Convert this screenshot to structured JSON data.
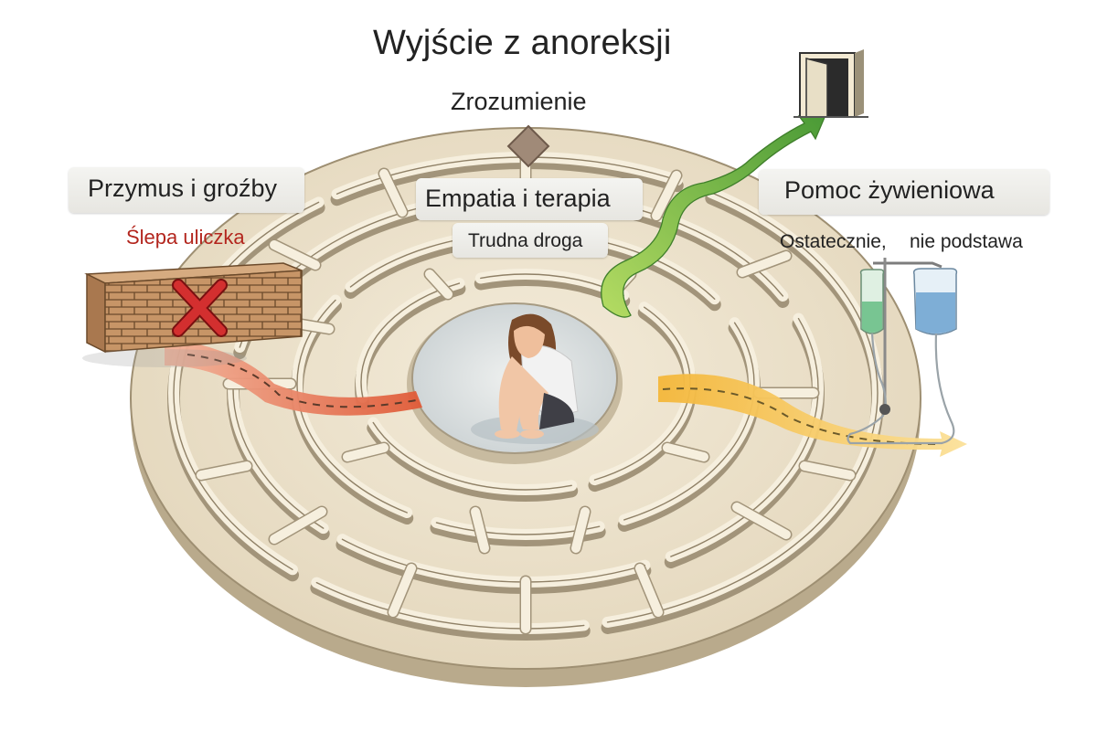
{
  "title": "Wyjście z anoreksji",
  "labels": {
    "top": "Zrozumienie",
    "left_heading": "Przymus i groźby",
    "left_note": "Ślepa uliczka",
    "center_heading": "Empatia i terapia",
    "center_note": "Trudna droga",
    "right_heading": "Pomoc żywieniowa",
    "right_note_a": "Ostatecznie,",
    "right_note_b": "nie podstawa"
  },
  "icons": [
    "exit-door-icon",
    "brick-wall-icon",
    "red-x-icon",
    "iv-drip-icon",
    "diamond-marker-icon",
    "sitting-girl-figure"
  ],
  "colors": {
    "dead_end_path": "#e0724a",
    "empathy_path": "#8cc63f",
    "nutrition_path": "#f6c343",
    "red_x": "#d32f2f",
    "maze_floor": "#efe6d2",
    "maze_wall": "#cfc3aa"
  }
}
